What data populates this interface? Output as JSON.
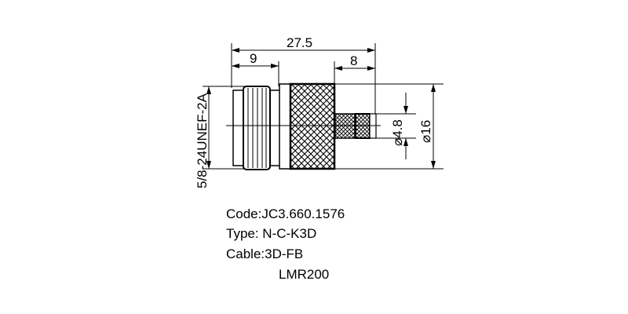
{
  "drawing": {
    "dimensions": {
      "overall_length": "27.5",
      "thread_length": "9",
      "pin_length": "8",
      "pin_diameter": "⌀4.8",
      "body_diameter": "⌀16",
      "thread_spec": "5/8-24UNEF-2A"
    }
  },
  "specs": {
    "code": "Code:JC3.660.1576",
    "type": "Type: N-C-K3D",
    "cable_line1": "Cable:3D-FB",
    "cable_line2": "LMR200"
  },
  "colors": {
    "line": "#000000",
    "background": "#ffffff"
  }
}
